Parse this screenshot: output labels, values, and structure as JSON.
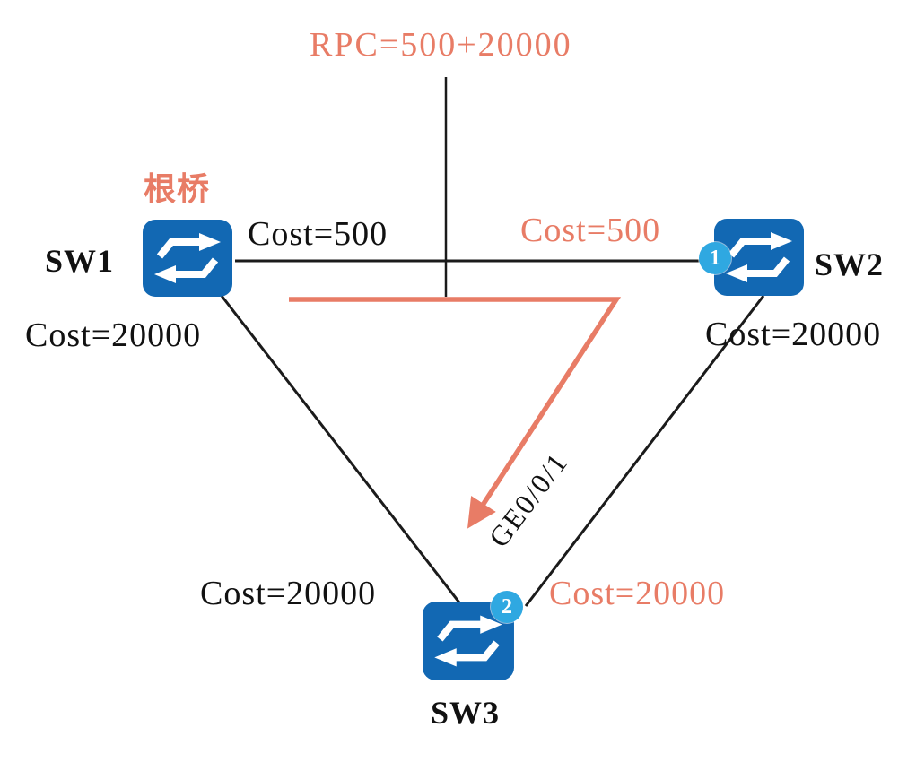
{
  "colors": {
    "accent": "#E87C66",
    "switch_blue": "#1268B3",
    "badge_blue": "#2FA8E1",
    "line": "#1B1B1B",
    "text": "#111111"
  },
  "annotation": {
    "rpc_label": "RPC=500+20000"
  },
  "nodes": {
    "sw1": {
      "name": "SW1",
      "role_label": "根桥"
    },
    "sw2": {
      "name": "SW2",
      "port_badge": "1"
    },
    "sw3": {
      "name": "SW3",
      "port_badge": "2"
    }
  },
  "links": {
    "sw1_sw2": {
      "cost_at_sw1": "Cost=500",
      "cost_at_sw2": "Cost=500"
    },
    "sw1_sw3": {
      "cost_at_sw1": "Cost=20000",
      "cost_at_sw3": "Cost=20000"
    },
    "sw2_sw3": {
      "cost_at_sw2": "Cost=20000",
      "cost_at_sw3": "Cost=20000",
      "port_label": "GE0/0/1"
    }
  }
}
